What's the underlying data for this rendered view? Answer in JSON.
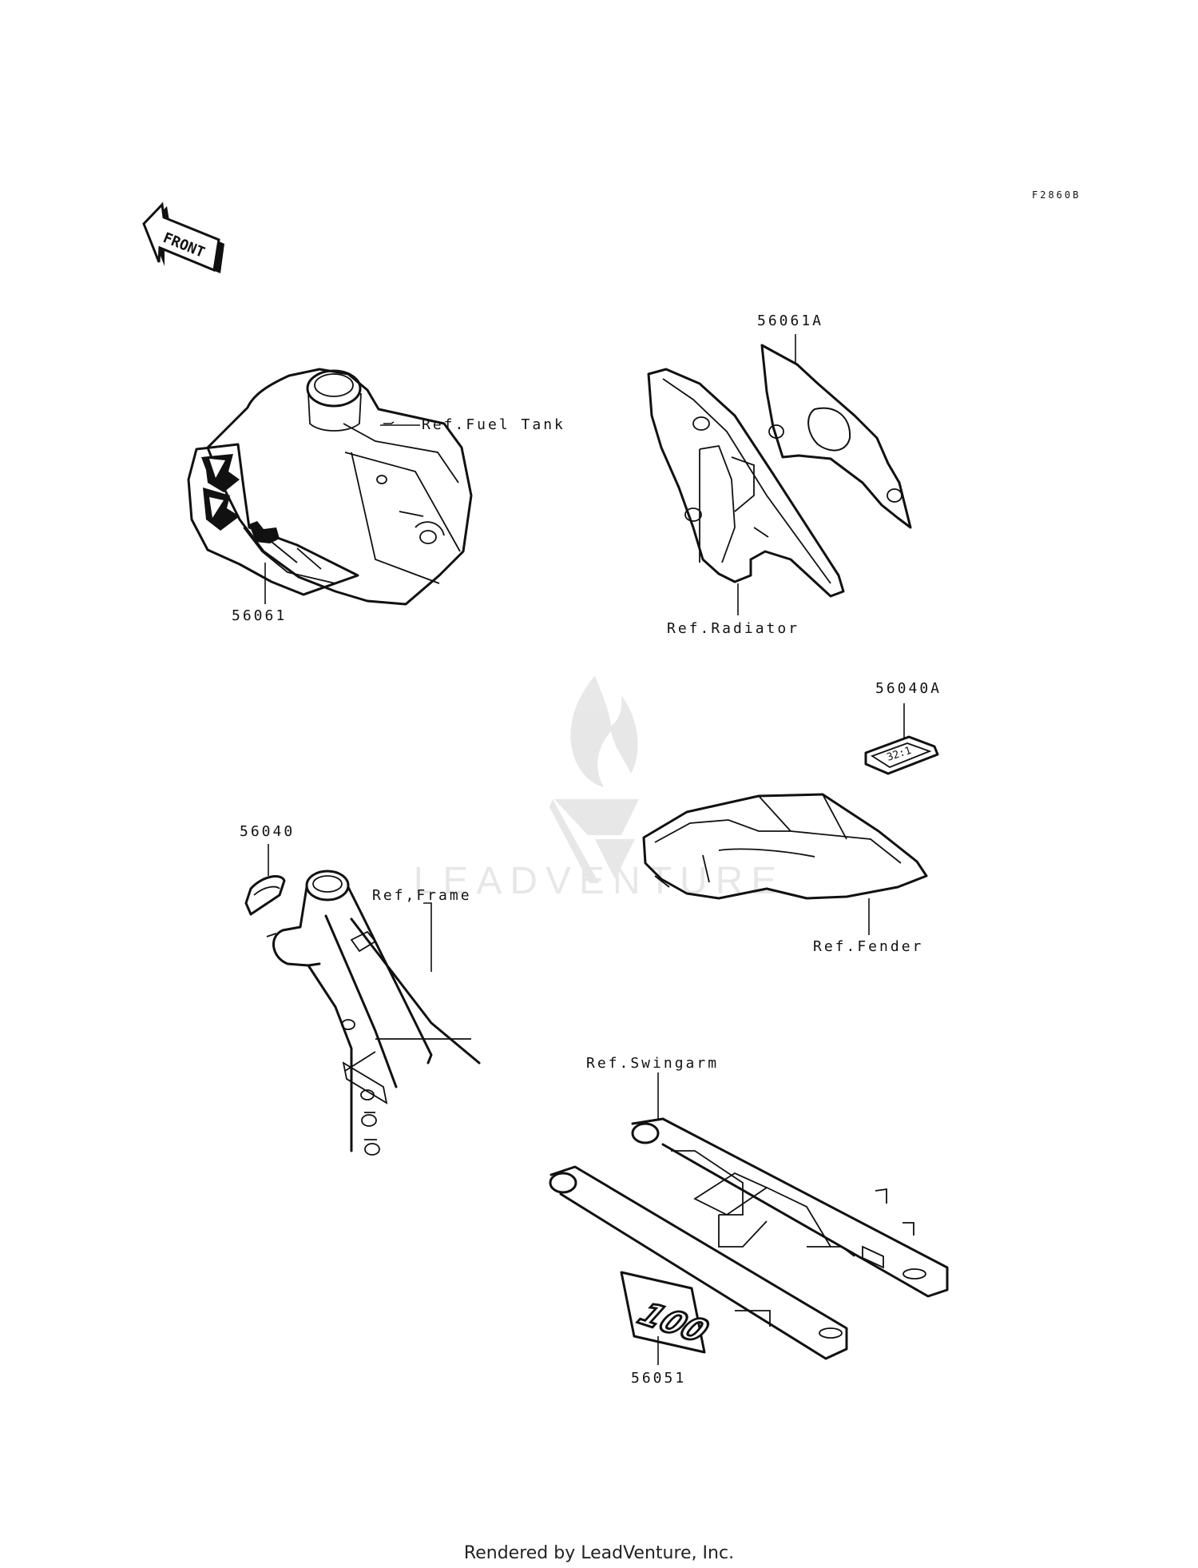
{
  "diagram_code": "F2860B",
  "front_marker": "FRONT",
  "decal_100": "100",
  "decal_ratio": "32:1",
  "watermark": "LEADVENTURE",
  "footer": "Rendered by LeadVenture, Inc.",
  "labels": {
    "fuel_tank_ref": "Ref.Fuel Tank",
    "tank_decal": "56061",
    "shroud_decal": "56061A",
    "radiator_ref": "Ref.Radiator",
    "fender_decal": "56040A",
    "fender_ref": "Ref.Fender",
    "frame_decal": "56040",
    "frame_ref": "Ref,Frame",
    "swingarm_ref": "Ref.Swingarm",
    "swingarm_decal": "56051"
  }
}
